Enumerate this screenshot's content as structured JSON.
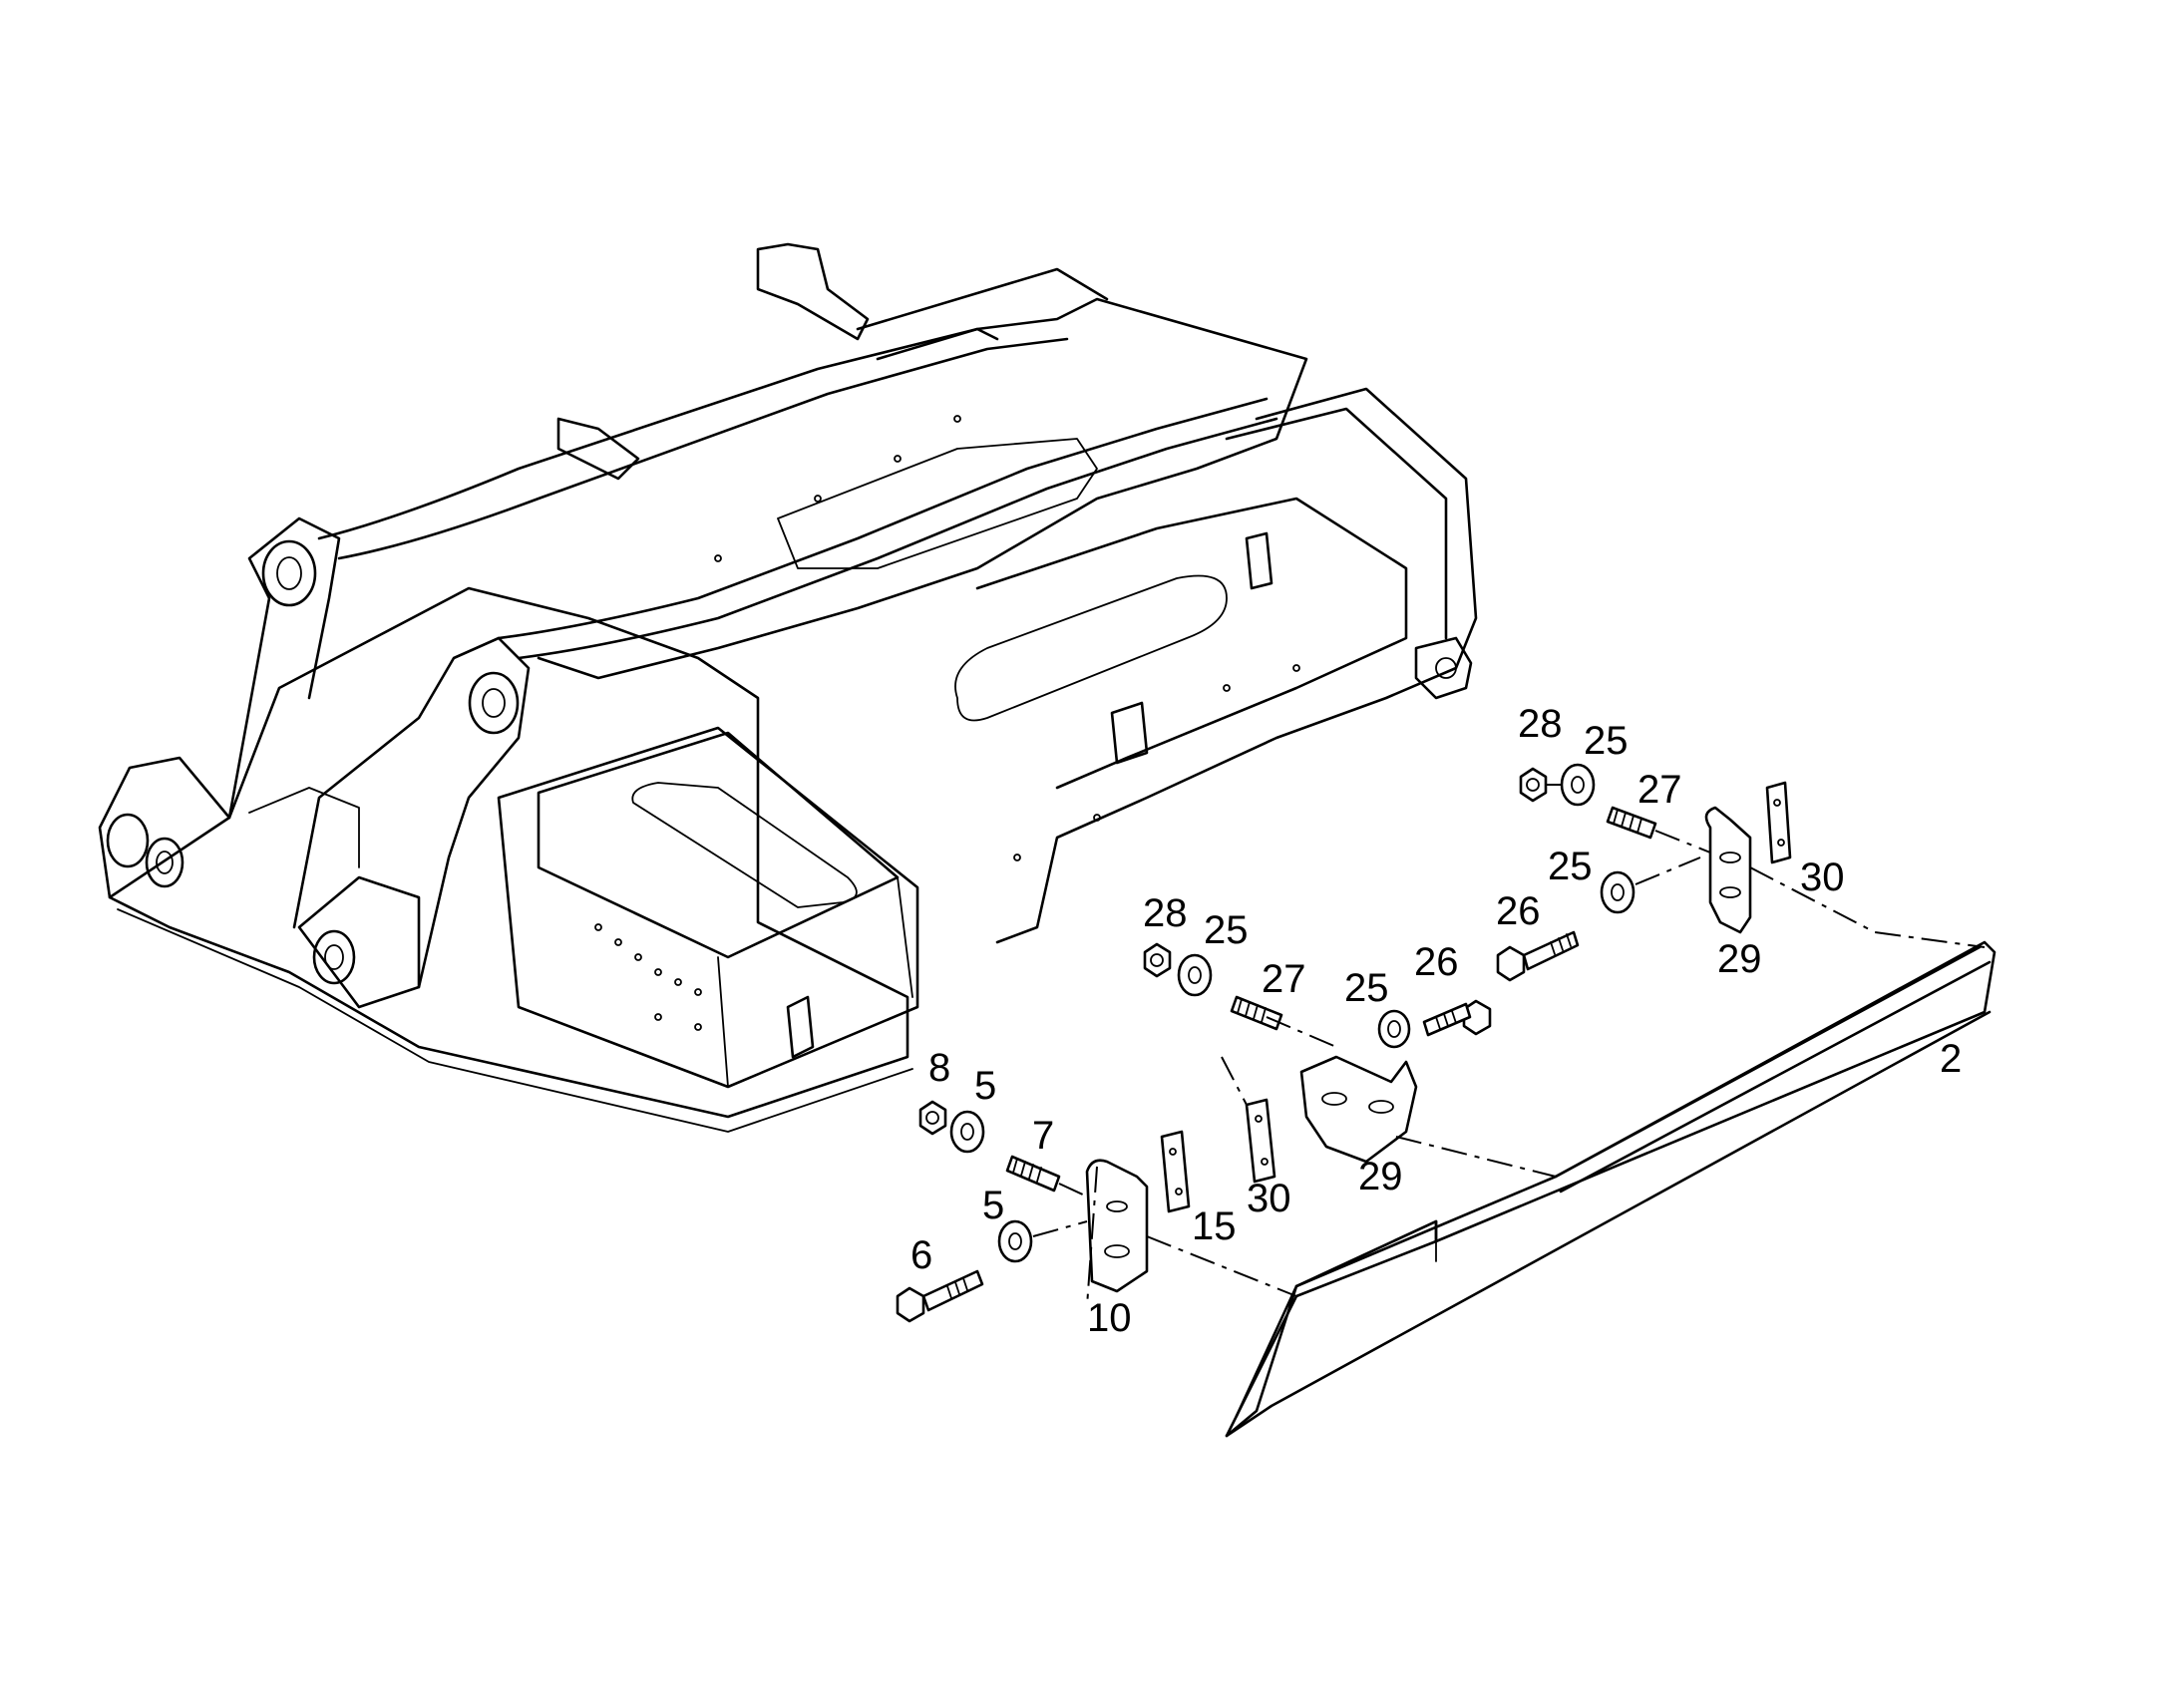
{
  "callouts": {
    "c28a": "28",
    "c25a": "25",
    "c27a": "27",
    "c30a": "30",
    "c25b": "25",
    "c26a": "26",
    "c29a": "29",
    "c2": "2",
    "c28b": "28",
    "c25c": "25",
    "c27b": "27",
    "c25d": "25",
    "c26b": "26",
    "c29b": "29",
    "c30b": "30",
    "c8": "8",
    "c5a": "5",
    "c7": "7",
    "c15": "15",
    "c5b": "5",
    "c6": "6",
    "c10": "10"
  }
}
